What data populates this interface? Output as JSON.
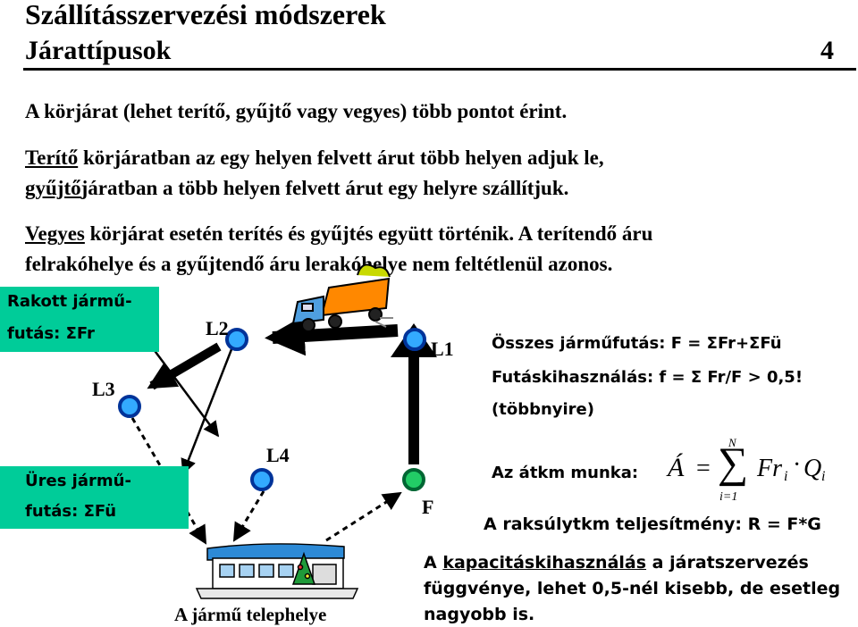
{
  "header": {
    "title": "Szállításszervezési módszerek",
    "subtitle": "Járattípusok",
    "page_number": "4"
  },
  "paragraphs": {
    "p1": "A körjárat (lehet terítő, gyűjtő vagy vegyes) több pontot érint.",
    "p2_u1": "Terítő",
    "p2_rest1": " körjáratban az egy helyen felvett árut több helyen adjuk le,",
    "p2_u2": "gyűjtő",
    "p2_rest2": "járatban a több helyen felvett árut egy helyre szállítjuk.",
    "p3_u": "Vegyes",
    "p3_rest1": " körjárat esetén terítés és gyűjtés együtt történik. A terítendő áru",
    "p3_rest2": "felrakóhelye és a gyűjtendő áru lerakóhelye nem feltétlenül azonos."
  },
  "side_labels": {
    "loaded_line1": "Rakott jármű-",
    "loaded_line2": "futás: ΣFr",
    "empty_line1": "Üres jármű-",
    "empty_line2": "futás: ΣFü"
  },
  "nodes": {
    "L1": "L1",
    "L2": "L2",
    "L3": "L3",
    "L4": "L4",
    "F": "F",
    "depot": "A jármű telephelye"
  },
  "info": {
    "total": "Összes járműfutás: F = ΣFr+ΣFü",
    "util": "Futáskihasználás: f = Σ Fr/F > 0,5!",
    "util_note": "(többnyire)",
    "work_label": "Az átkm munka:",
    "formula_lhs": "Á",
    "formula_eq": "=",
    "formula_sigma": "∑",
    "formula_upper": "N",
    "formula_lower": "i=1",
    "formula_fr": "Fr",
    "formula_i1": "i",
    "formula_dot": "·",
    "formula_q": "Q",
    "formula_i2": "i",
    "performance": "A raksúlytkm teljesítmény: R = F*G"
  },
  "footer": {
    "prefix": "A ",
    "underlined": "kapacitáskihasználás",
    "rest1": " a járatszervezés",
    "line2": "függvénye, lehet 0,5-nél kisebb, de esetleg",
    "line3": "nagyobb is."
  },
  "colors": {
    "side_box": "#00cc99",
    "node_blue_fill": "#33aaff",
    "node_green_fill": "#22cc66",
    "truck_body": "#ff8800",
    "truck_cab": "#4f9fe0"
  }
}
